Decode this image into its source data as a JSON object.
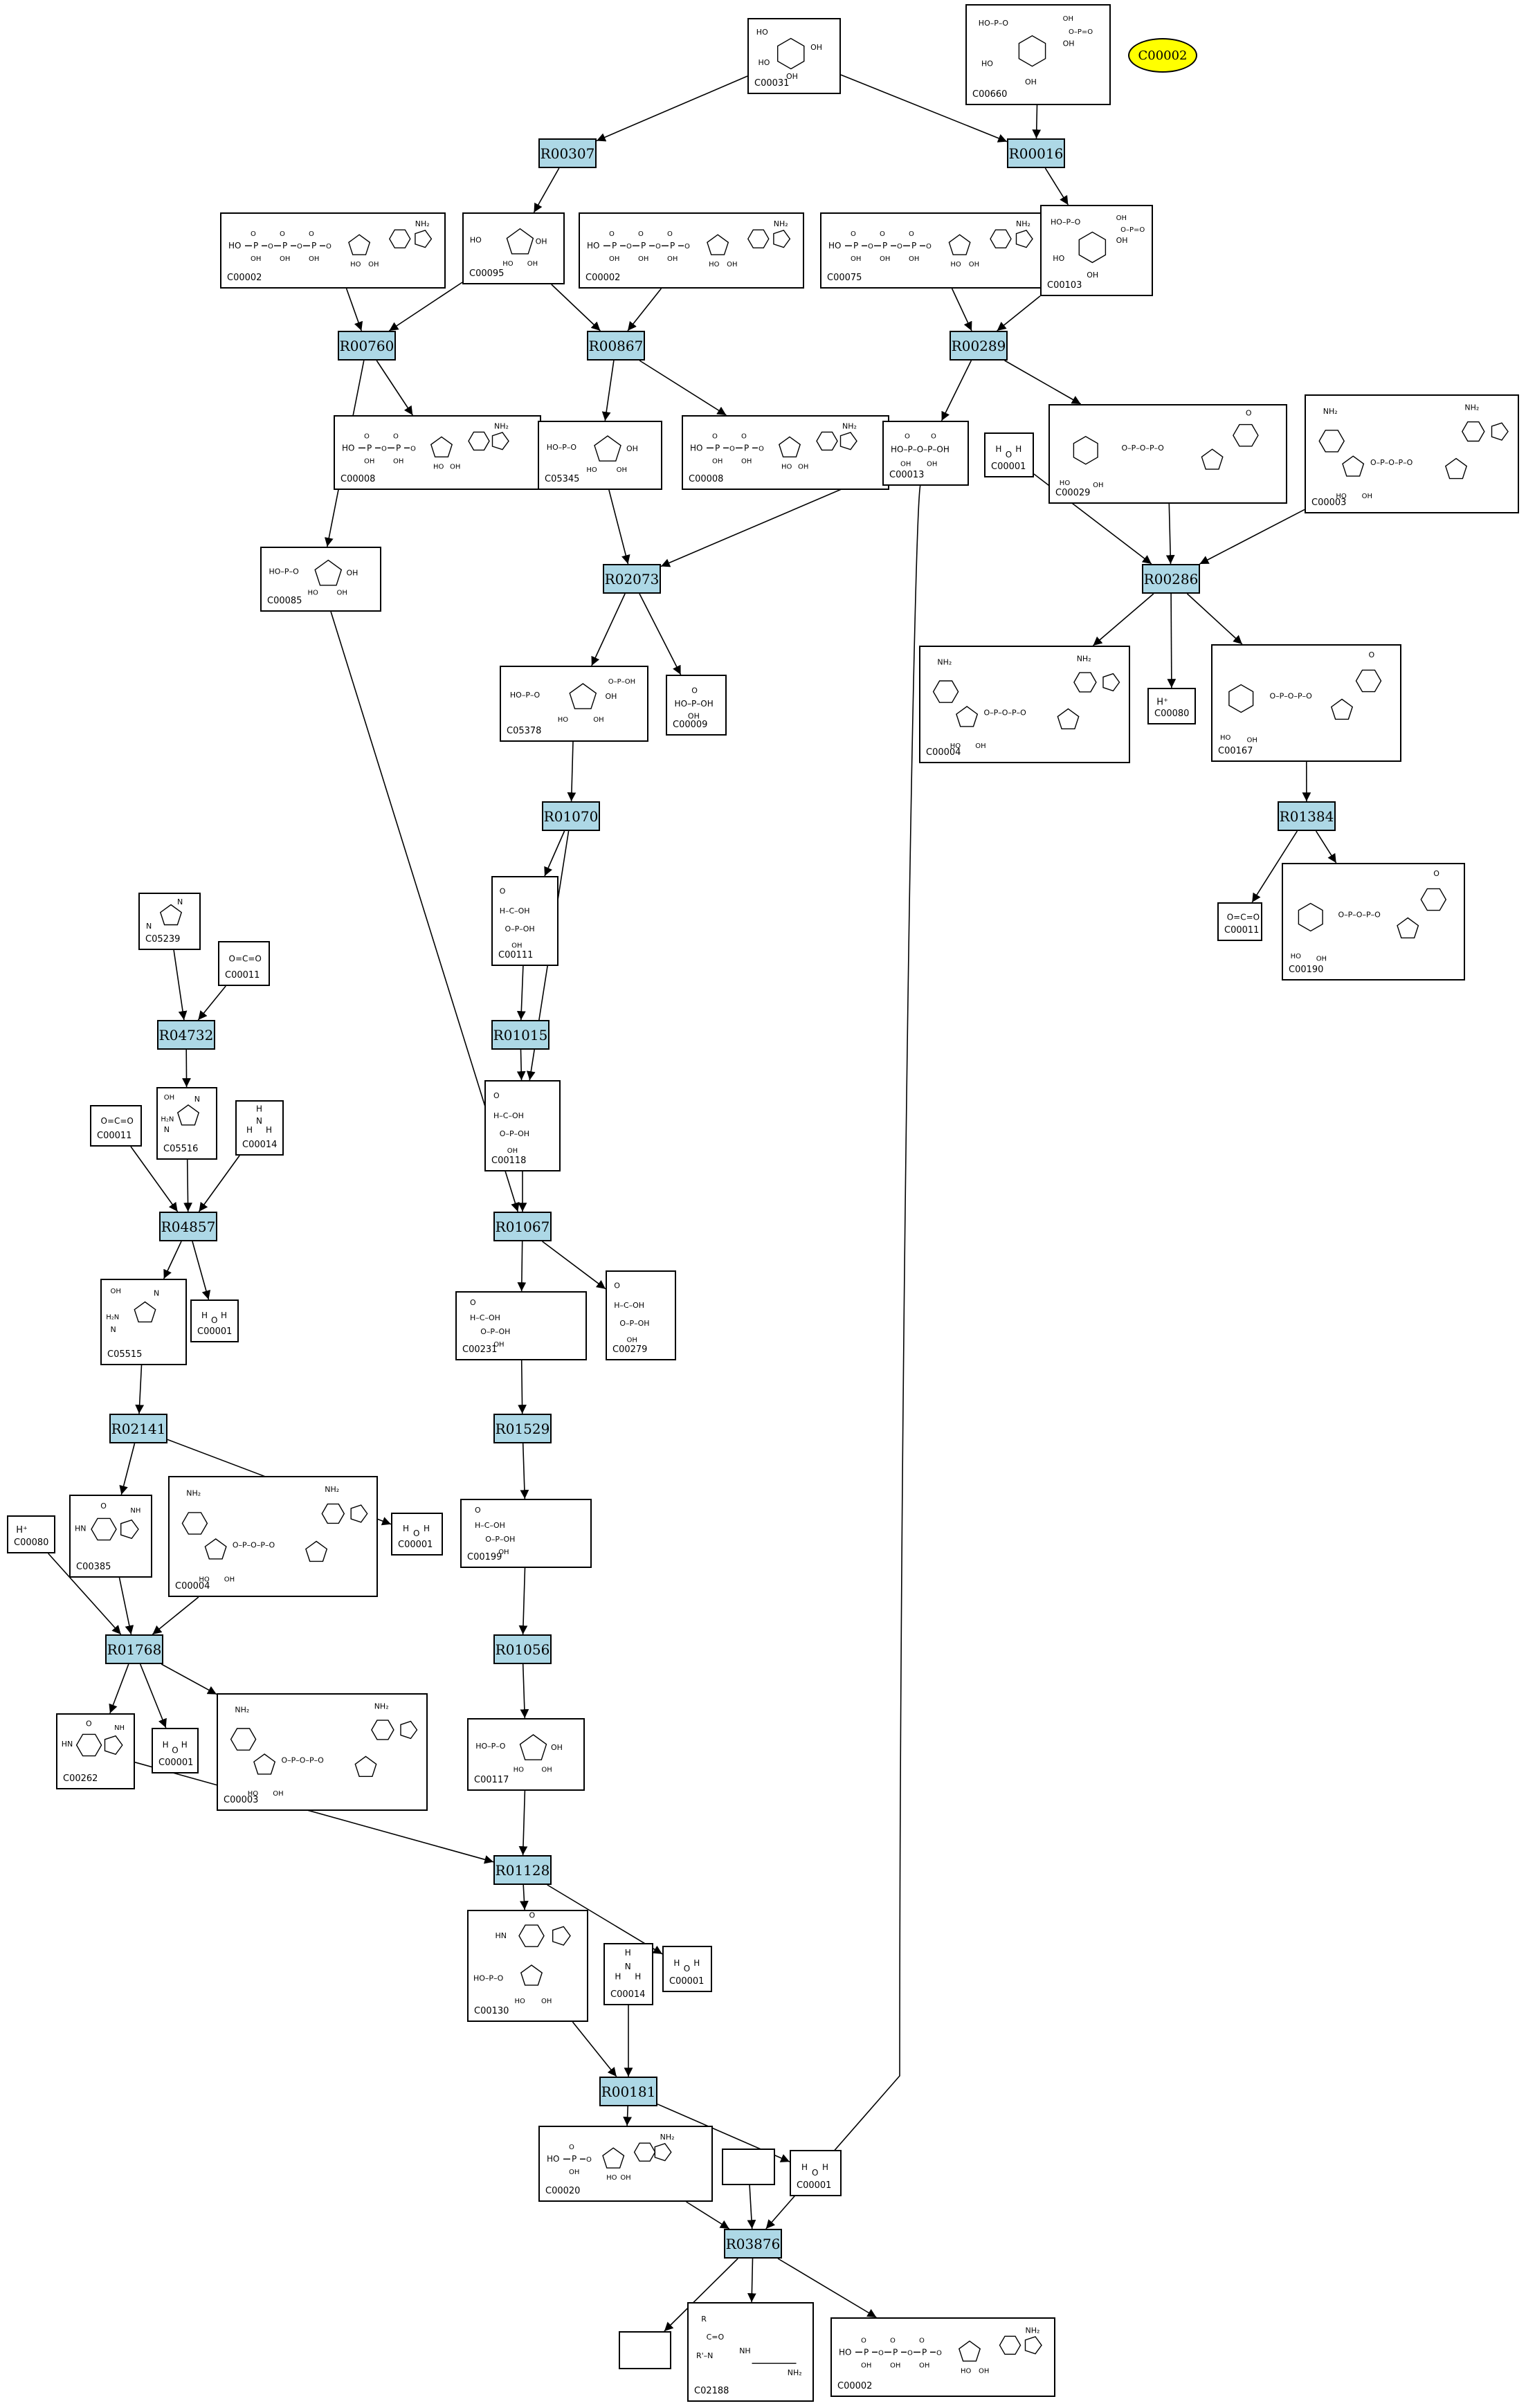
{
  "colors": {
    "reaction_fill": "#add8e6",
    "highlight_fill": "#ffff00",
    "line": "#000000"
  },
  "highlight": {
    "label": "C00002"
  },
  "compounds": [
    {
      "key": "c00031",
      "id": "C00031",
      "kind": "sugar"
    },
    {
      "key": "c00660",
      "id": "C00660",
      "kind": "sugarP"
    },
    {
      "key": "c00002a",
      "id": "C00002",
      "kind": "nuc3"
    },
    {
      "key": "c00095",
      "id": "C00095",
      "kind": "furanose"
    },
    {
      "key": "c00002b",
      "id": "C00002",
      "kind": "nuc3"
    },
    {
      "key": "c00075",
      "id": "C00075",
      "kind": "nuc3"
    },
    {
      "key": "c00103",
      "id": "C00103",
      "kind": "sugarP"
    },
    {
      "key": "c00008",
      "id": "C00008",
      "kind": "nuc2"
    },
    {
      "key": "c05345",
      "id": "C05345",
      "kind": "furanoseP"
    },
    {
      "key": "c00008b",
      "id": "C00008",
      "kind": "nuc2"
    },
    {
      "key": "c00013",
      "id": "C00013",
      "kind": "diphos"
    },
    {
      "key": "c00001a",
      "id": "C00001",
      "kind": "water"
    },
    {
      "key": "c00029",
      "id": "C00029",
      "kind": "nuc2sugar"
    },
    {
      "key": "c00003a",
      "id": "C00003",
      "kind": "nad"
    },
    {
      "key": "c00085",
      "id": "C00085",
      "kind": "furanoseP"
    },
    {
      "key": "c05378",
      "id": "C05378",
      "kind": "furanoseP2"
    },
    {
      "key": "c00009a",
      "id": "C00009",
      "kind": "phos"
    },
    {
      "key": "c00004a",
      "id": "C00004",
      "kind": "nad"
    },
    {
      "key": "c00080a",
      "id": "C00080",
      "kind": "hplus"
    },
    {
      "key": "c00167",
      "id": "C00167",
      "kind": "nuc2sugar"
    },
    {
      "key": "c00011a",
      "id": "C00011",
      "kind": "co2"
    },
    {
      "key": "c00190",
      "id": "C00190",
      "kind": "nuc2sugar"
    },
    {
      "key": "c05239",
      "id": "C05239",
      "kind": "imid"
    },
    {
      "key": "c00011b",
      "id": "C00011",
      "kind": "co2"
    },
    {
      "key": "c00111",
      "id": "C00111",
      "kind": "chainP"
    },
    {
      "key": "c00011c",
      "id": "C00011",
      "kind": "co2"
    },
    {
      "key": "c05516",
      "id": "C05516",
      "kind": "imidacid"
    },
    {
      "key": "c00014a",
      "id": "C00014",
      "kind": "nh3"
    },
    {
      "key": "c00118",
      "id": "C00118",
      "kind": "chainP"
    },
    {
      "key": "c05515",
      "id": "C05515",
      "kind": "imidacid"
    },
    {
      "key": "c00001b",
      "id": "C00001",
      "kind": "water"
    },
    {
      "key": "c00231",
      "id": "C00231",
      "kind": "chainP"
    },
    {
      "key": "c00279",
      "id": "C00279",
      "kind": "chainP"
    },
    {
      "key": "c00385",
      "id": "C00385",
      "kind": "purine"
    },
    {
      "key": "c00004b",
      "id": "C00004",
      "kind": "nad"
    },
    {
      "key": "c00001c",
      "id": "C00001",
      "kind": "water"
    },
    {
      "key": "c00199",
      "id": "C00199",
      "kind": "chainP"
    },
    {
      "key": "c00080b",
      "id": "C00080",
      "kind": "hplus"
    },
    {
      "key": "c00262",
      "id": "C00262",
      "kind": "purine"
    },
    {
      "key": "c00001d",
      "id": "C00001",
      "kind": "water"
    },
    {
      "key": "c00003b",
      "id": "C00003",
      "kind": "nad"
    },
    {
      "key": "c00117",
      "id": "C00117",
      "kind": "furanoseP"
    },
    {
      "key": "c00130",
      "id": "C00130",
      "kind": "purineNuc"
    },
    {
      "key": "c00014b",
      "id": "C00014",
      "kind": "nh3"
    },
    {
      "key": "c00001e",
      "id": "C00001",
      "kind": "water"
    },
    {
      "key": "c00020",
      "id": "C00020",
      "kind": "nuc1"
    },
    {
      "key": "c00001f",
      "id": "C00001",
      "kind": "water"
    },
    {
      "key": "blank1",
      "id": "",
      "kind": "blank"
    },
    {
      "key": "blank2",
      "id": "",
      "kind": "blank"
    },
    {
      "key": "c02188",
      "id": "C02188",
      "kind": "lys"
    },
    {
      "key": "c00002c",
      "id": "C00002",
      "kind": "nuc3"
    }
  ],
  "reactions": [
    {
      "key": "r00307",
      "label": "R00307"
    },
    {
      "key": "r00016",
      "label": "R00016"
    },
    {
      "key": "r00760",
      "label": "R00760"
    },
    {
      "key": "r00867",
      "label": "R00867"
    },
    {
      "key": "r00289",
      "label": "R00289"
    },
    {
      "key": "r02073",
      "label": "R02073"
    },
    {
      "key": "r00286",
      "label": "R00286"
    },
    {
      "key": "r01070",
      "label": "R01070"
    },
    {
      "key": "r01384",
      "label": "R01384"
    },
    {
      "key": "r04732",
      "label": "R04732"
    },
    {
      "key": "r01015",
      "label": "R01015"
    },
    {
      "key": "r04857",
      "label": "R04857"
    },
    {
      "key": "r01067",
      "label": "R01067"
    },
    {
      "key": "r02141",
      "label": "R02141"
    },
    {
      "key": "r01529",
      "label": "R01529"
    },
    {
      "key": "r01768",
      "label": "R01768"
    },
    {
      "key": "r01056",
      "label": "R01056"
    },
    {
      "key": "r01128",
      "label": "R01128"
    },
    {
      "key": "r00181",
      "label": "R00181"
    },
    {
      "key": "r03876",
      "label": "R03876"
    }
  ],
  "edges": [
    {
      "from": "c00031",
      "to": "r00307"
    },
    {
      "from": "c00031",
      "to": "r00016"
    },
    {
      "from": "c00660",
      "to": "r00016"
    },
    {
      "from": "r00307",
      "to": "c00095"
    },
    {
      "from": "r00016",
      "to": "c00103"
    },
    {
      "from": "c00002a",
      "to": "r00760"
    },
    {
      "from": "c00095",
      "to": "r00760"
    },
    {
      "from": "c00095",
      "to": "r00867"
    },
    {
      "from": "c00002b",
      "to": "r00867"
    },
    {
      "from": "c00075",
      "to": "r00289"
    },
    {
      "from": "c00103",
      "to": "r00289"
    },
    {
      "from": "r00760",
      "to": "c00008"
    },
    {
      "from": "r00760",
      "to": "c00085"
    },
    {
      "from": "r00867",
      "to": "c05345"
    },
    {
      "from": "r00867",
      "to": "c00008b"
    },
    {
      "from": "r00289",
      "to": "c00013"
    },
    {
      "from": "r00289",
      "to": "c00029"
    },
    {
      "from": "c05345",
      "to": "r02073"
    },
    {
      "from": "c00013",
      "to": "r02073"
    },
    {
      "from": "c00013",
      "to": "r03876"
    },
    {
      "from": "c00001a",
      "to": "r00286"
    },
    {
      "from": "c00029",
      "to": "r00286"
    },
    {
      "from": "c00003a",
      "to": "r00286"
    },
    {
      "from": "r02073",
      "to": "c05378"
    },
    {
      "from": "r02073",
      "to": "c00009a"
    },
    {
      "from": "r00286",
      "to": "c00004a"
    },
    {
      "from": "r00286",
      "to": "c00080a"
    },
    {
      "from": "r00286",
      "to": "c00167"
    },
    {
      "from": "c05378",
      "to": "r01070"
    },
    {
      "from": "c00167",
      "to": "r01384"
    },
    {
      "from": "r01070",
      "to": "c00111"
    },
    {
      "from": "r01070",
      "to": "c00118"
    },
    {
      "from": "r01384",
      "to": "c00011a"
    },
    {
      "from": "r01384",
      "to": "c00190"
    },
    {
      "from": "c00111",
      "to": "r01015"
    },
    {
      "from": "r01015",
      "to": "c00118"
    },
    {
      "from": "c05239",
      "to": "r04732"
    },
    {
      "from": "c00011b",
      "to": "r04732"
    },
    {
      "from": "r04732",
      "to": "c05516"
    },
    {
      "from": "c00011c",
      "to": "r04857"
    },
    {
      "from": "c05516",
      "to": "r04857"
    },
    {
      "from": "c00014a",
      "to": "r04857"
    },
    {
      "from": "c00118",
      "to": "r01067"
    },
    {
      "from": "c00085",
      "to": "r01067"
    },
    {
      "from": "r04857",
      "to": "c05515"
    },
    {
      "from": "r04857",
      "to": "c00001b"
    },
    {
      "from": "r01067",
      "to": "c00231"
    },
    {
      "from": "r01067",
      "to": "c00279"
    },
    {
      "from": "c05515",
      "to": "r02141"
    },
    {
      "from": "c00231",
      "to": "r01529"
    },
    {
      "from": "r02141",
      "to": "c00385"
    },
    {
      "from": "r02141",
      "to": "c00001c"
    },
    {
      "from": "r01529",
      "to": "c00199"
    },
    {
      "from": "c00080b",
      "to": "r01768"
    },
    {
      "from": "c00385",
      "to": "r01768"
    },
    {
      "from": "c00004b",
      "to": "r01768"
    },
    {
      "from": "c00199",
      "to": "r01056"
    },
    {
      "from": "r01768",
      "to": "c00262"
    },
    {
      "from": "r01768",
      "to": "c00001d"
    },
    {
      "from": "r01768",
      "to": "c00003b"
    },
    {
      "from": "r01056",
      "to": "c00117"
    },
    {
      "from": "c00262",
      "to": "r01128"
    },
    {
      "from": "c00117",
      "to": "r01128"
    },
    {
      "from": "r01128",
      "to": "c00130"
    },
    {
      "from": "r01128",
      "to": "c00001e"
    },
    {
      "from": "c00130",
      "to": "r00181"
    },
    {
      "from": "c00014b",
      "to": "r00181"
    },
    {
      "from": "r00181",
      "to": "c00020"
    },
    {
      "from": "r00181",
      "to": "c00001f"
    },
    {
      "from": "c00020",
      "to": "r03876"
    },
    {
      "from": "blank1",
      "to": "r03876"
    },
    {
      "from": "r03876",
      "to": "blank2"
    },
    {
      "from": "r03876",
      "to": "c02188"
    },
    {
      "from": "r03876",
      "to": "c00002c"
    }
  ]
}
